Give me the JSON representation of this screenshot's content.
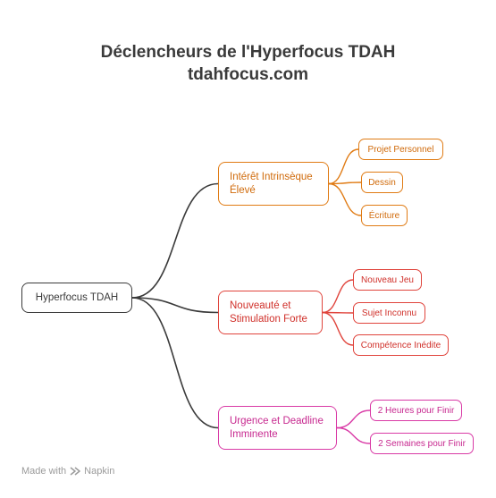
{
  "title": "Déclencheurs de l'Hyperfocus TDAH",
  "subtitle": "tdahfocus.com",
  "root": {
    "label": "Hyperfocus TDAH",
    "color": "#3a3a3a"
  },
  "branches": [
    {
      "label": "Intérêt Intrinsèque Élevé",
      "color": "#e07b14",
      "text_color": "#d06a0a",
      "children": [
        "Projet Personnel",
        "Dessin",
        "Écriture"
      ]
    },
    {
      "label": "Nouveauté et Stimulation Forte",
      "color": "#e0443c",
      "text_color": "#d0302a",
      "children": [
        "Nouveau Jeu",
        "Sujet Inconnu",
        "Compétence Inédite"
      ]
    },
    {
      "label": "Urgence et Deadline Imminente",
      "color": "#d93aa6",
      "text_color": "#c7288f",
      "children": [
        "2 Heures pour Finir",
        "2 Semaines pour Finir"
      ]
    }
  ],
  "footer": {
    "made_with": "Made with",
    "brand": "Napkin"
  }
}
